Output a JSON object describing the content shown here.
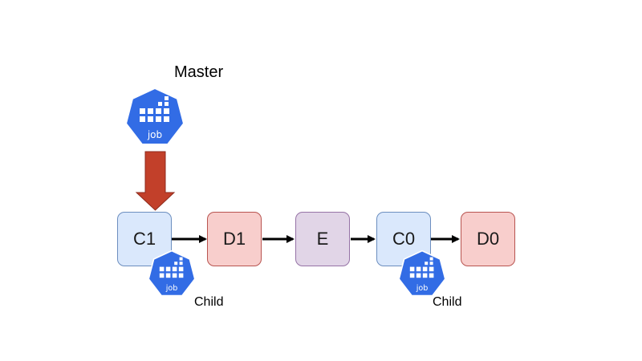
{
  "master_label": "Master",
  "child_label_1": "Child",
  "child_label_2": "Child",
  "job_icon_text": "job",
  "nodes": {
    "c1": "C1",
    "d1": "D1",
    "e": "E",
    "c0": "C0",
    "d0": "D0"
  },
  "colors": {
    "blue_fill": "#dae8fc",
    "blue_stroke": "#6c8ebf",
    "red_fill": "#f8cecc",
    "red_stroke": "#b85450",
    "purple_fill": "#e1d5e7",
    "purple_stroke": "#9673a6",
    "job_icon": "#326ce5",
    "master_arrow": "#c2402a"
  },
  "icons": {
    "master_job": "kubernetes-job-icon",
    "child_job": "kubernetes-job-icon"
  }
}
